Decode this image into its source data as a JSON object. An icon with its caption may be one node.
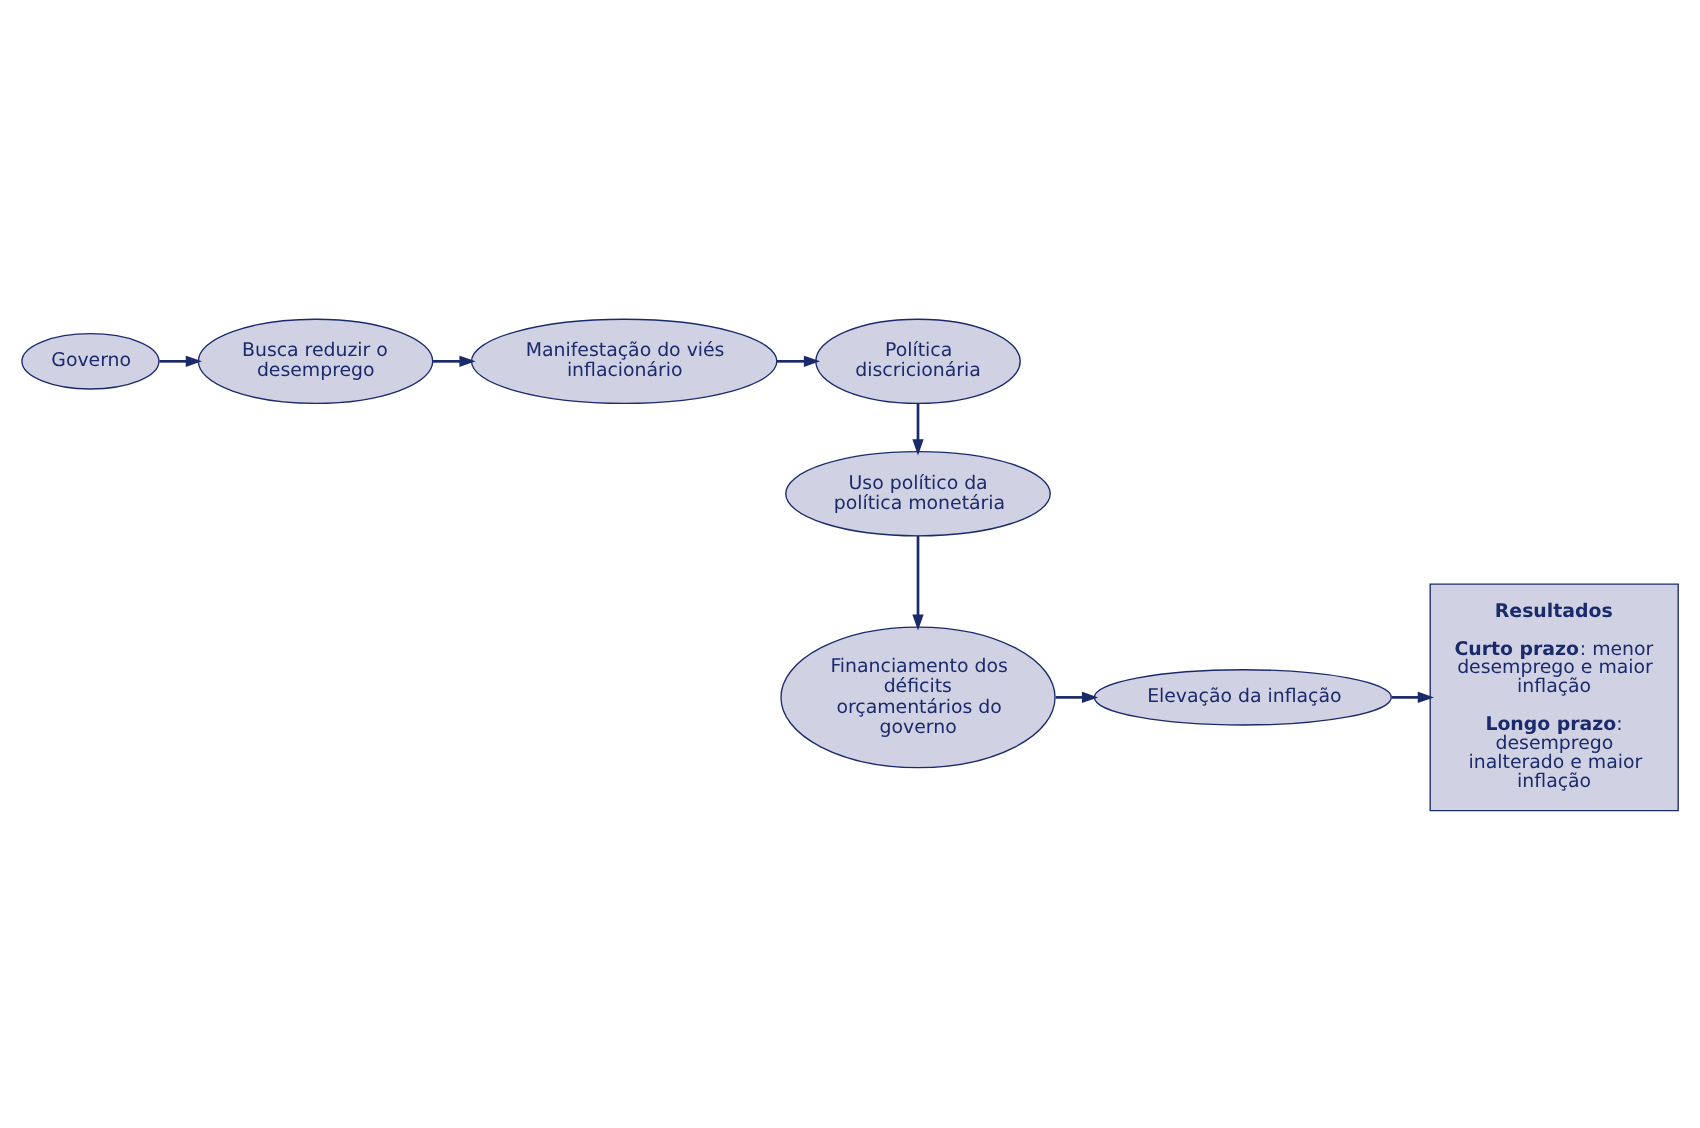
{
  "diagram": {
    "nodes": [
      {
        "text": [
          "Governo"
        ]
      },
      {
        "text": [
          "Busca reduzir o desemprego"
        ]
      },
      {
        "text": [
          "Manifestação do viés inflacionário"
        ]
      },
      {
        "text": [
          "Política discricionária"
        ]
      },
      {
        "text": [
          "Uso político da política monetária"
        ]
      },
      {
        "text": [
          "Financiamento dos déficits orçamentários do governo"
        ]
      },
      {
        "text": [
          "Elevação da inflação"
        ]
      },
      {
        "text": [
          "**Resultados**",
          "**Curto prazo**: menor desemprego e maior inflação",
          "**Longo prazo**: desemprego inalterado e maior inflação"
        ]
      }
    ],
    "edges": [
      {
        "from": 0,
        "to": 1,
        "arrow": "to"
      },
      {
        "from": 1,
        "to": 2,
        "arrow": "to"
      },
      {
        "from": 2,
        "to": 3,
        "arrow": "to"
      },
      {
        "from": 3,
        "to": 4,
        "arrow": "to"
      },
      {
        "from": 4,
        "to": 5,
        "arrow": "to"
      },
      {
        "from": 5,
        "to": 6,
        "arrow": "to"
      },
      {
        "from": 6,
        "to": 7,
        "arrow": "to"
      }
    ]
  }
}
